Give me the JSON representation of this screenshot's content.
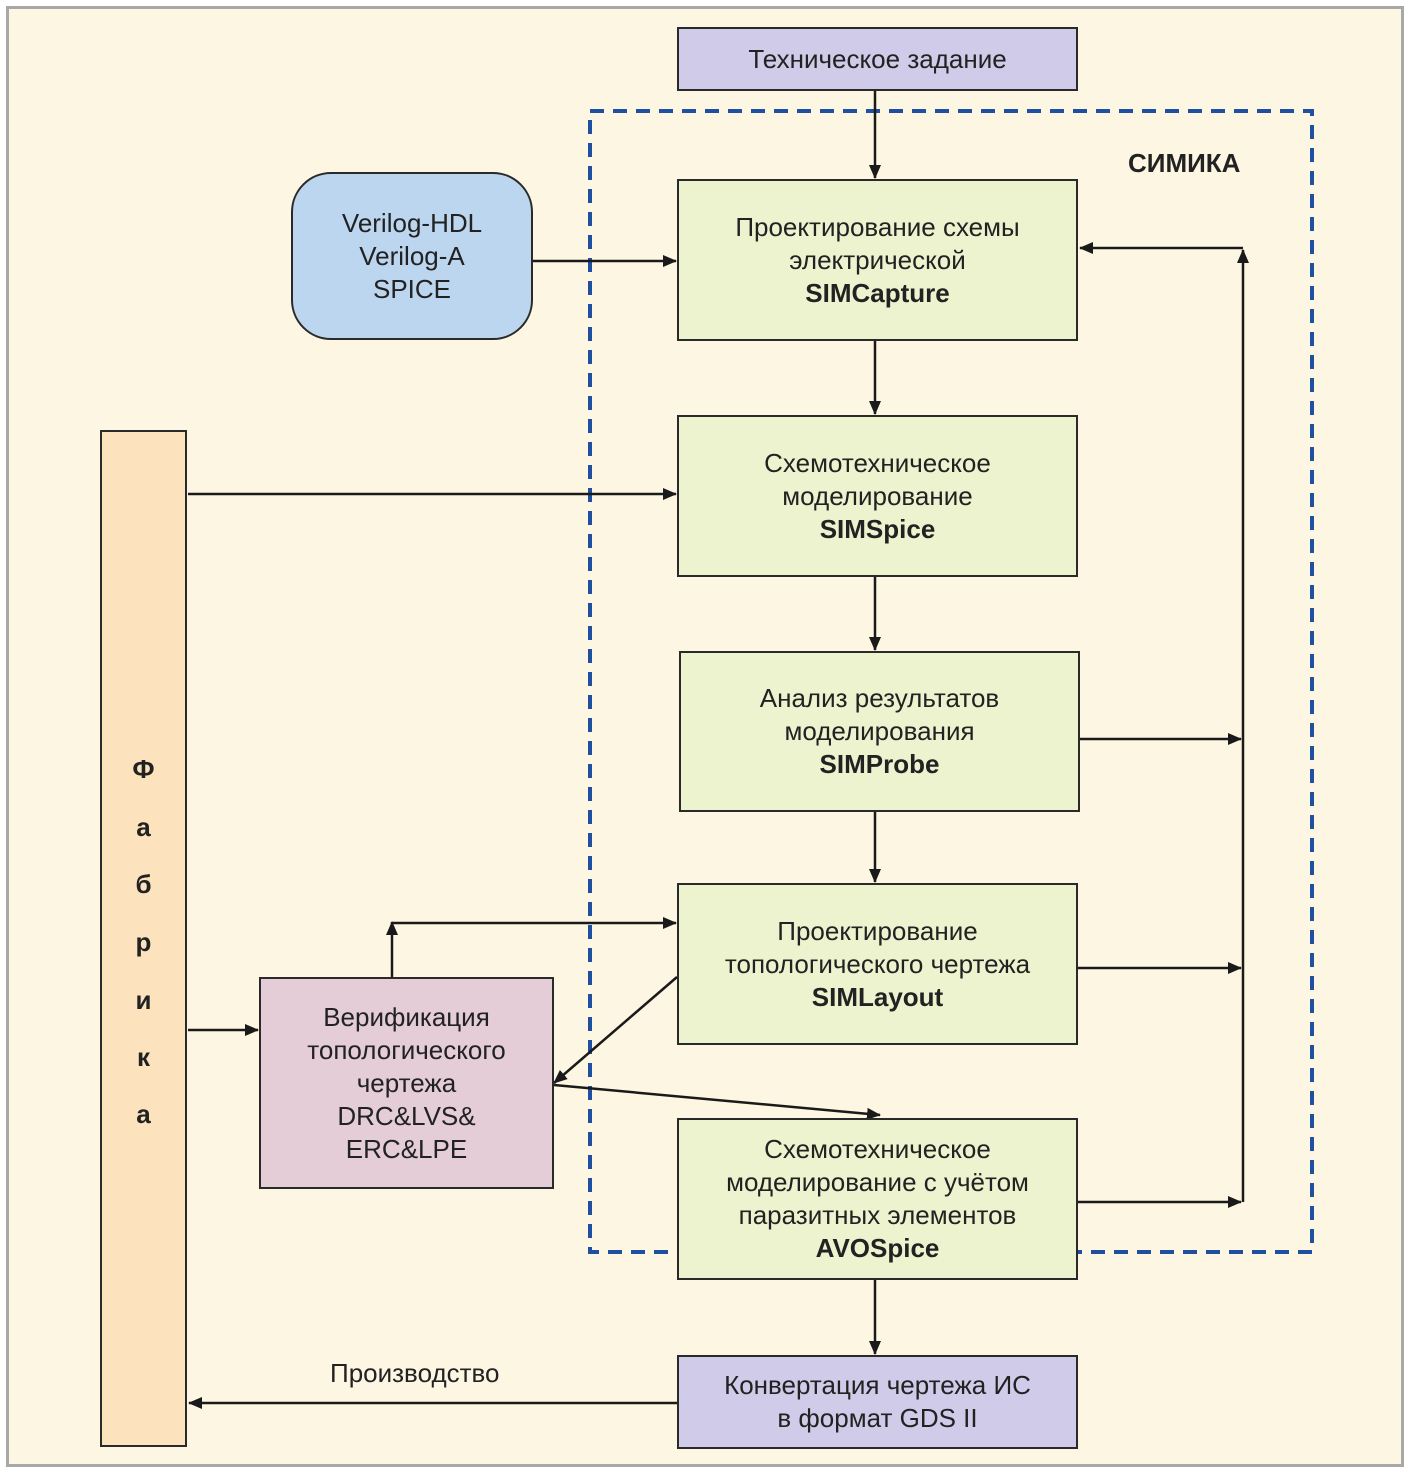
{
  "spec": "Техническое задание",
  "group_label": "СИМИКА",
  "sources": [
    "Verilog-HDL",
    "Verilog-A",
    "SPICE"
  ],
  "capture": {
    "line1": "Проектирование схемы",
    "line2": "электрической",
    "tool": "SIMCapture"
  },
  "spice": {
    "line1": "Схемотехническое",
    "line2": "моделирование",
    "tool": "SIMSpice"
  },
  "probe": {
    "line1": "Анализ результатов",
    "line2": "моделирования",
    "tool": "SIMProbe"
  },
  "layout": {
    "line1": "Проектирование",
    "line2": "топологического чертежа",
    "tool": "SIMLayout"
  },
  "avo": {
    "line1": "Схемотехническое",
    "line2": "моделирование с учётом",
    "line3": "паразитных элементов",
    "tool": "AVOSpice"
  },
  "verify": {
    "lines": [
      "Верификация",
      "топологического",
      "чертежа",
      "DRC&LVS&",
      "ERC&LPE"
    ]
  },
  "fab": {
    "letters": [
      "Ф",
      "а",
      "б",
      "р",
      "и",
      "к",
      "а"
    ]
  },
  "gds": {
    "line1": "Конвертация чертежа ИС",
    "line2": "в формат GDS II"
  },
  "production_label": "Производство",
  "colors": {
    "purple": "#cfcbe8",
    "green": "#edf3cf",
    "blue": "#bcd6ef",
    "pink": "#e4cdd6",
    "fab": "#fde3bd",
    "dashed": "#1f4fa0"
  }
}
